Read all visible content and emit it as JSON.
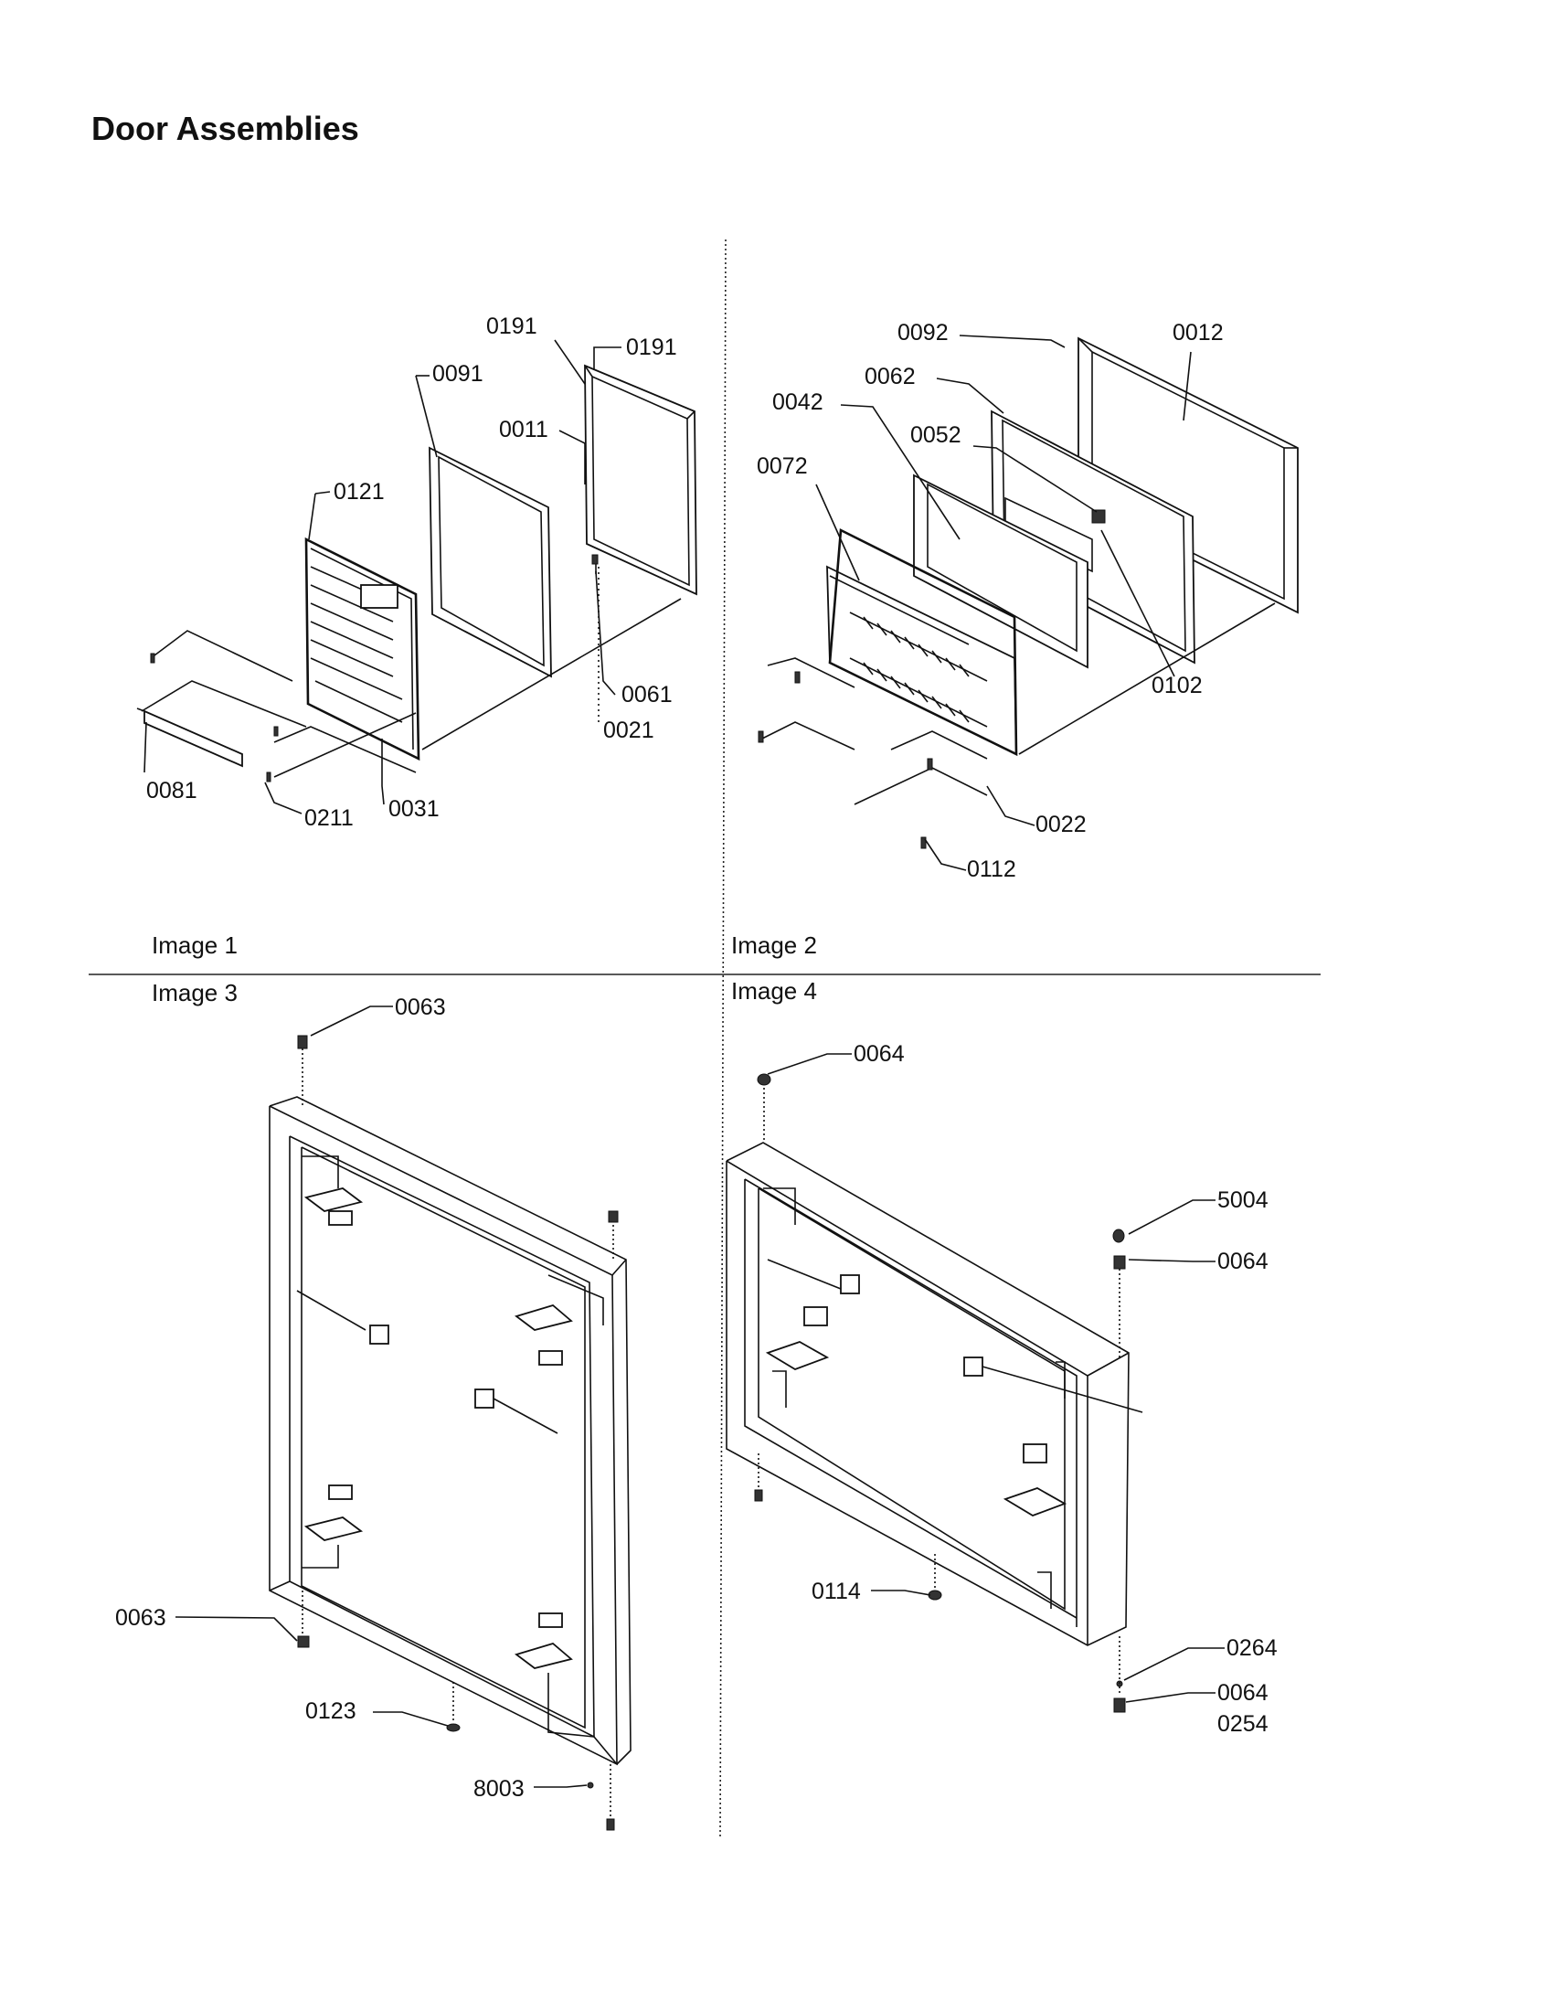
{
  "title": "Door Assemblies",
  "captions": {
    "image1": "Image 1",
    "image2": "Image 2",
    "image3": "Image 3",
    "image4": "Image 4"
  },
  "labels": {
    "img1": {
      "p0191a": "0191",
      "p0191b": "0191",
      "p0091": "0091",
      "p0011": "0011",
      "p0121": "0121",
      "p0061": "0061",
      "p0021": "0021",
      "p0081": "0081",
      "p0211": "0211",
      "p0031": "0031"
    },
    "img2": {
      "p0092": "0092",
      "p0012": "0012",
      "p0062": "0062",
      "p0042": "0042",
      "p0052": "0052",
      "p0072": "0072",
      "p0102": "0102",
      "p0022": "0022",
      "p0112": "0112"
    },
    "img3": {
      "p0063a": "0063",
      "p0063b": "0063",
      "p0123": "0123",
      "p8003": "8003"
    },
    "img4": {
      "p0064a": "0064",
      "p5004": "5004",
      "p0064b": "0064",
      "p0114": "0114",
      "p0264": "0264",
      "p0064c": "0064",
      "p0254": "0254"
    }
  }
}
